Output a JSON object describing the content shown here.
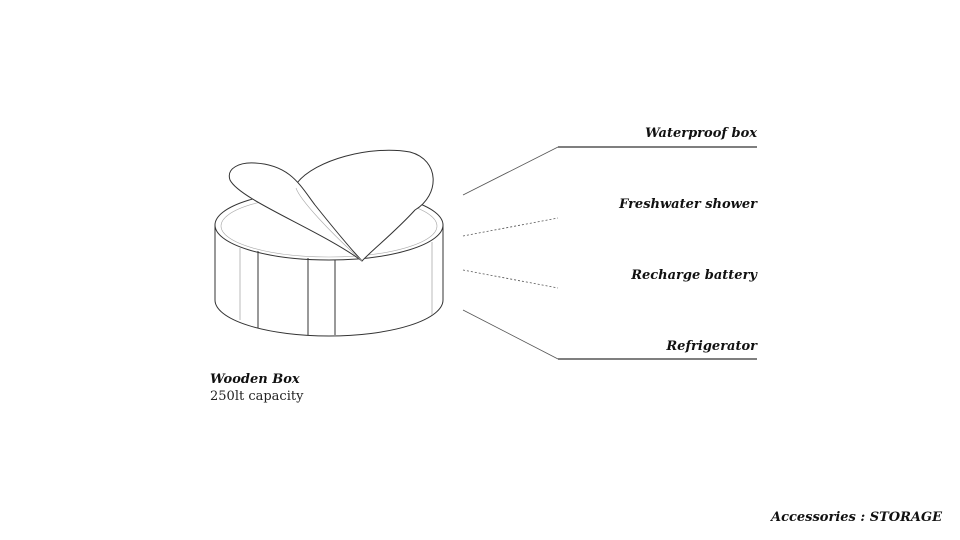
{
  "callouts": [
    {
      "label": "Waterproof box"
    },
    {
      "label": "Freshwater shower"
    },
    {
      "label": "Recharge battery"
    },
    {
      "label": "Refrigerator"
    }
  ],
  "product": {
    "title": "Wooden Box",
    "subtitle": "250lt capacity"
  },
  "footer": "Accessories : STORAGE"
}
